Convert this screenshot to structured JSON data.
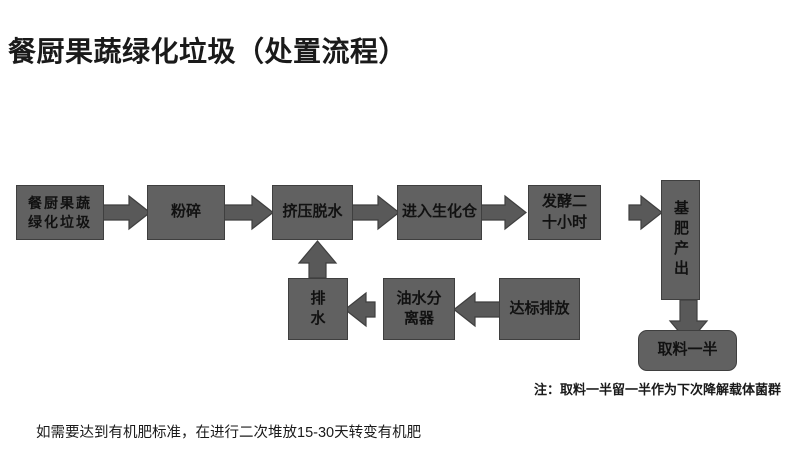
{
  "page": {
    "title": "餐厨果蔬绿化垃圾（处置流程）",
    "background_color": "#ffffff",
    "node_fill_color": "#616161",
    "node_border_color": "#3f3f3f",
    "arrow_fill_color": "#595959",
    "arrow_border_color": "#3f3f3f",
    "text_color": "#1a1a1a"
  },
  "flow": {
    "main_row": [
      {
        "id": "waste-input",
        "lines": [
          "餐厨果蔬",
          "绿化垃圾"
        ]
      },
      {
        "id": "crush",
        "lines": [
          "粉碎"
        ]
      },
      {
        "id": "press-dewater",
        "lines": [
          "挤压脱水"
        ]
      },
      {
        "id": "enter-biochem-bin",
        "lines": [
          "进入生化仓"
        ]
      },
      {
        "id": "ferment",
        "lines": [
          "发酵二",
          "十小时"
        ]
      },
      {
        "id": "base-fertilizer-output",
        "lines": [
          "基肥产出"
        ]
      }
    ],
    "return_row": [
      {
        "id": "drainage",
        "lines": [
          "排",
          "水"
        ]
      },
      {
        "id": "oil-water-separator",
        "lines": [
          "油水分",
          "离器"
        ]
      },
      {
        "id": "compliant-discharge",
        "lines": [
          "达标排放"
        ]
      }
    ],
    "terminal": {
      "id": "take-half",
      "lines": [
        "取料一半"
      ]
    }
  },
  "annotations": {
    "note": "注：取料一半留一半作为下次降解载体菌群",
    "footer": "如需要达到有机肥标准，在进行二次堆放15-30天转变有机肥"
  }
}
